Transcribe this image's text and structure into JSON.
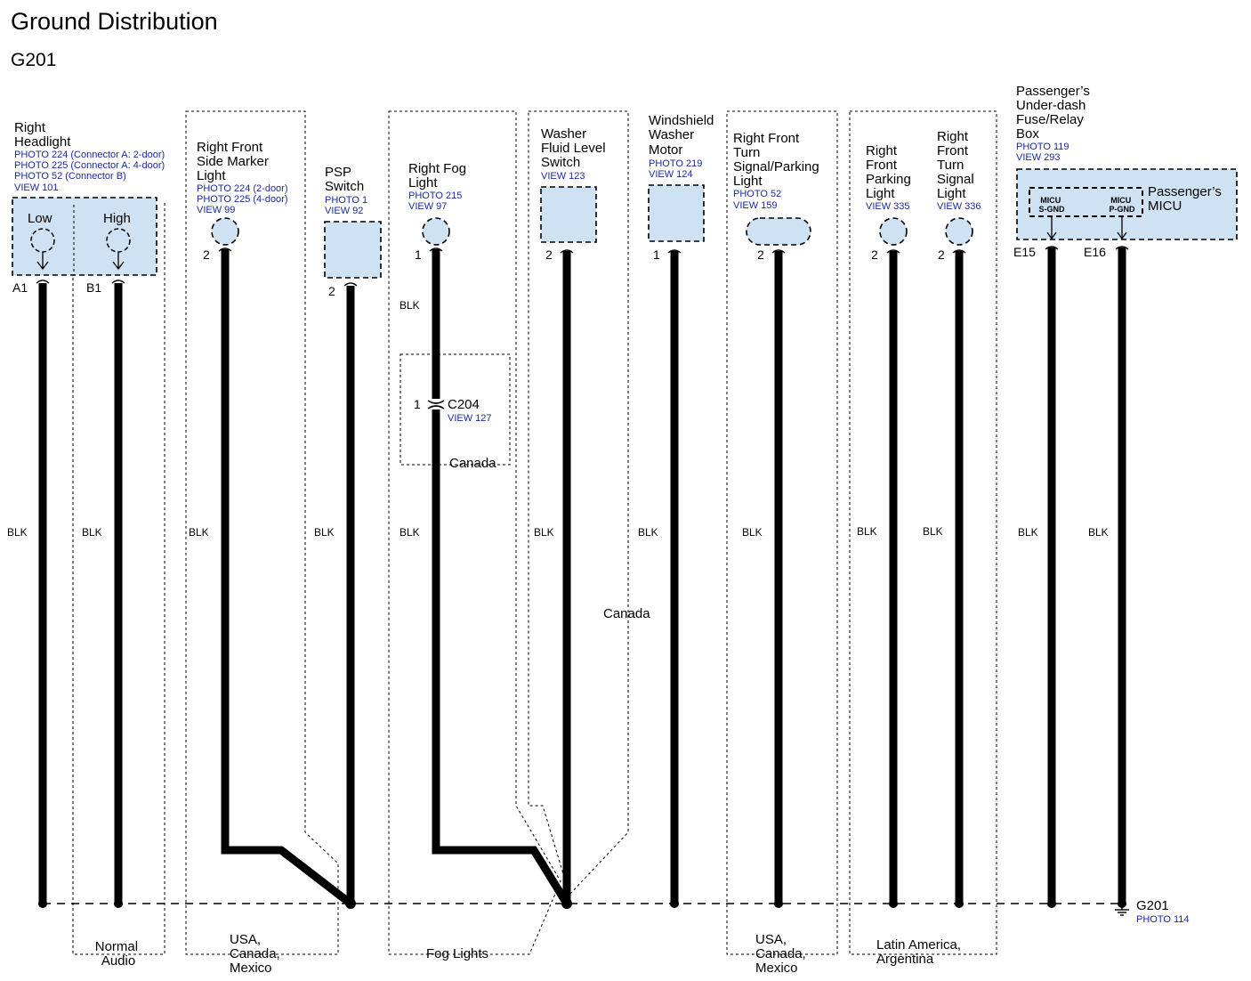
{
  "title": "Ground Distribution",
  "subtitle": "G201",
  "wire_color": "BLK",
  "headlight": {
    "name_lines": [
      "Right",
      "Headlight"
    ],
    "refs": [
      "PHOTO 224 (Connector A: 2-door)",
      "PHOTO 225 (Connector A: 4-door)",
      "PHOTO 52 (Connector B)",
      "VIEW 101"
    ],
    "low": "Low",
    "high": "High",
    "pin_a": "A1",
    "pin_b": "B1"
  },
  "side_marker": {
    "name_lines": [
      "Right Front",
      "Side Marker",
      "Light"
    ],
    "refs": [
      "PHOTO 224 (2-door)",
      "PHOTO 225 (4-door)",
      "VIEW 99"
    ],
    "pin": "2"
  },
  "psp": {
    "name_lines": [
      "PSP",
      "Switch"
    ],
    "refs": [
      "PHOTO 1",
      "VIEW 92"
    ],
    "pin": "2"
  },
  "fog": {
    "name_lines": [
      "Right Fog",
      "Light"
    ],
    "refs": [
      "PHOTO 215",
      "VIEW 97"
    ],
    "pin": "1",
    "connector": "C204",
    "connector_ref": "VIEW 127",
    "connector_pin": "1",
    "region": "Canada"
  },
  "washer_switch": {
    "name_lines": [
      "Washer",
      "Fluid Level",
      "Switch"
    ],
    "refs": [
      "VIEW 123"
    ],
    "pin": "2",
    "region": "Canada"
  },
  "washer_motor": {
    "name_lines": [
      "Windshield",
      "Washer",
      "Motor"
    ],
    "refs": [
      "PHOTO 219",
      "VIEW 124"
    ],
    "pin": "1"
  },
  "turn_parking": {
    "name_lines": [
      "Right Front",
      "Turn",
      "Signal/Parking",
      "Light"
    ],
    "refs": [
      "PHOTO 52",
      "VIEW 159"
    ],
    "pin": "2"
  },
  "parking": {
    "name_lines": [
      "Right",
      "Front",
      "Parking",
      "Light"
    ],
    "refs": [
      "VIEW 335"
    ],
    "pin": "2"
  },
  "turn_signal": {
    "name_lines": [
      "Right",
      "Front",
      "Turn",
      "Signal",
      "Light"
    ],
    "refs": [
      "VIEW 336"
    ],
    "pin": "2"
  },
  "fuse_box": {
    "name_lines": [
      "Passenger’s",
      "Under-dash",
      "Fuse/Relay",
      "Box"
    ],
    "refs": [
      "PHOTO 119",
      "VIEW 293"
    ],
    "micu_lines": [
      "Passenger’s",
      "MICU"
    ],
    "sgnd": [
      "MICU",
      "S-GND"
    ],
    "pgnd": [
      "MICU",
      "P-GND"
    ],
    "pin_e15": "E15",
    "pin_e16": "E16"
  },
  "ground": {
    "name": "G201",
    "ref": "PHOTO 114"
  },
  "groups": {
    "normal_audio": [
      "Normal",
      "Audio"
    ],
    "usa_canada_mexico_1": [
      "USA,",
      "Canada,",
      "Mexico"
    ],
    "fog_lights": "Fog Lights",
    "usa_canada_mexico_2": [
      "USA,",
      "Canada,",
      "Mexico"
    ],
    "latin_america": [
      "Latin America,",
      "Argentina"
    ]
  }
}
